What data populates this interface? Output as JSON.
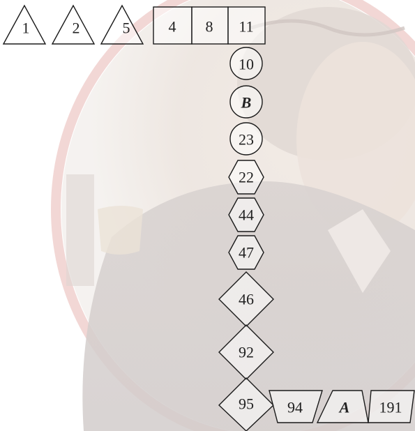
{
  "puzzle": {
    "top_row": {
      "triangles": [
        "1",
        "2",
        "5"
      ],
      "squares": [
        "4",
        "8",
        "11"
      ]
    },
    "column": {
      "circles": [
        "10",
        "B",
        "23"
      ],
      "hexagons": [
        "22",
        "44",
        "47"
      ],
      "diamonds": [
        "46",
        "92",
        "95"
      ]
    },
    "bottom_row": {
      "trapezoids": [
        "94",
        "A",
        "191"
      ]
    }
  },
  "colors": {
    "stroke": "#1a1a1a",
    "text": "#222222",
    "background_accent": "#c8352f"
  }
}
